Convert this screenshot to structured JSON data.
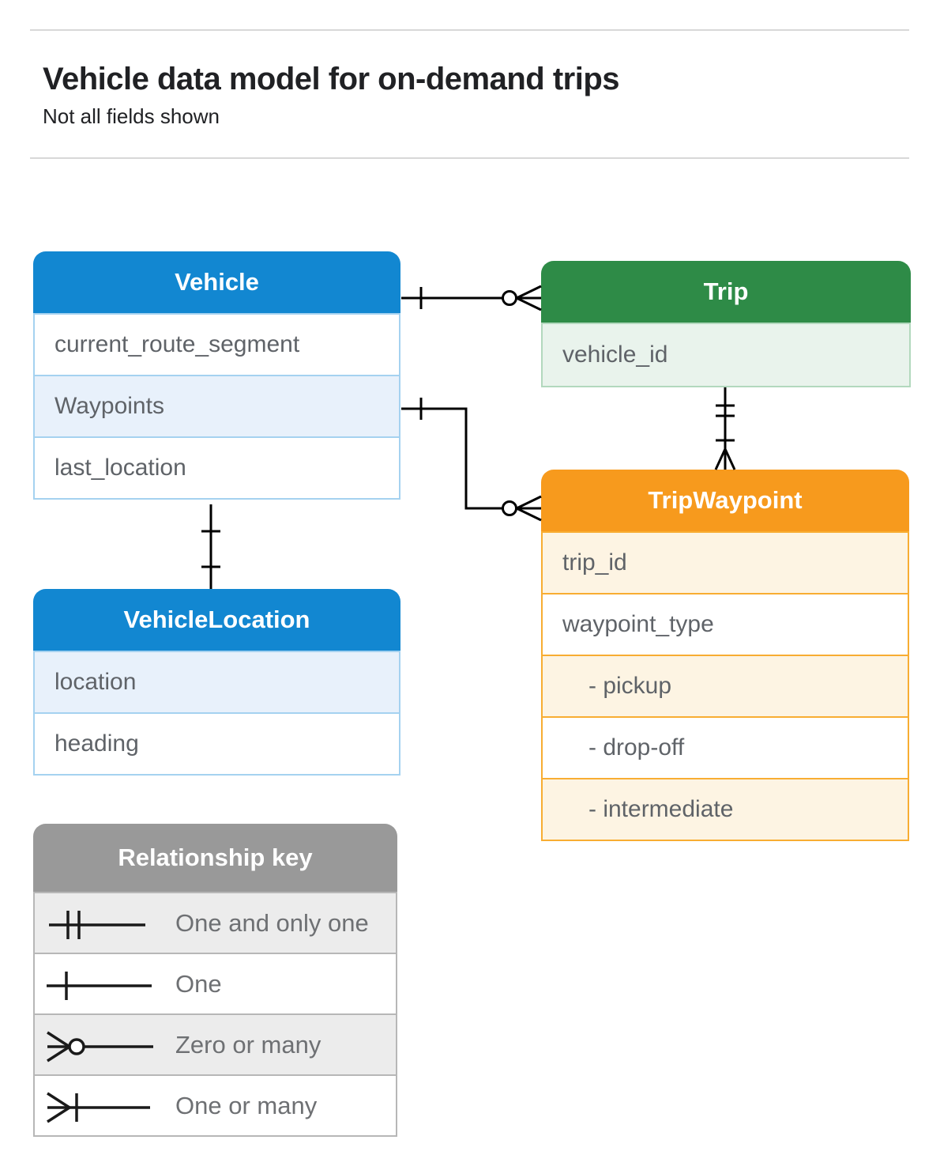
{
  "page": {
    "title": "Vehicle data model for on-demand trips",
    "subtitle": "Not all fields shown"
  },
  "colors": {
    "blue_header": "#1287d1",
    "blue_row_shaded": "#e8f1fb",
    "blue_border": "#a5d2f0",
    "green_header": "#2e8b47",
    "green_row_shaded": "#e9f3ec",
    "green_border": "#b2d8bd",
    "orange_header": "#f79a1d",
    "orange_row_shaded": "#fdf4e3",
    "orange_border": "#f8ad32",
    "gray_header": "#999999",
    "gray_row_shaded": "#ececec",
    "gray_border": "#b7b7b7",
    "field_text": "#5f6368",
    "legend_text": "#6e7073",
    "title_text": "#202124",
    "connector": "#000000"
  },
  "entities": [
    {
      "name": "Vehicle",
      "theme": "blue",
      "fields": [
        {
          "label": "current_route_segment",
          "shaded": false
        },
        {
          "label": "Waypoints",
          "shaded": true
        },
        {
          "label": "last_location",
          "shaded": false
        }
      ]
    },
    {
      "name": "Trip",
      "theme": "green",
      "fields": [
        {
          "label": "vehicle_id",
          "shaded": true
        }
      ]
    },
    {
      "name": "TripWaypoint",
      "theme": "orange",
      "fields": [
        {
          "label": "trip_id",
          "shaded": true
        },
        {
          "label": "waypoint_type",
          "shaded": false
        },
        {
          "label": "- pickup",
          "shaded": true,
          "indent": true
        },
        {
          "label": "- drop-off",
          "shaded": false,
          "indent": true
        },
        {
          "label": "- intermediate",
          "shaded": true,
          "indent": true
        }
      ]
    },
    {
      "name": "VehicleLocation",
      "theme": "blue",
      "fields": [
        {
          "label": "location",
          "shaded": true
        },
        {
          "label": "heading",
          "shaded": false
        }
      ]
    }
  ],
  "legend": {
    "title": "Relationship key",
    "items": [
      {
        "symbol": "one-and-only-one",
        "label": "One and only one"
      },
      {
        "symbol": "one",
        "label": "One"
      },
      {
        "symbol": "zero-or-many",
        "label": "Zero or many"
      },
      {
        "symbol": "one-or-many",
        "label": "One or many"
      }
    ]
  },
  "relationships": [
    {
      "from": "Vehicle",
      "to": "Trip",
      "from_cardinality": "one",
      "to_cardinality": "zero-or-many"
    },
    {
      "from": "Vehicle.Waypoints",
      "to": "TripWaypoint",
      "from_cardinality": "one",
      "to_cardinality": "zero-or-many"
    },
    {
      "from": "Trip",
      "to": "TripWaypoint",
      "from_cardinality": "one-and-only-one",
      "to_cardinality": "one-or-many"
    },
    {
      "from": "Vehicle",
      "to": "VehicleLocation",
      "from_cardinality": "one",
      "to_cardinality": "one"
    }
  ]
}
